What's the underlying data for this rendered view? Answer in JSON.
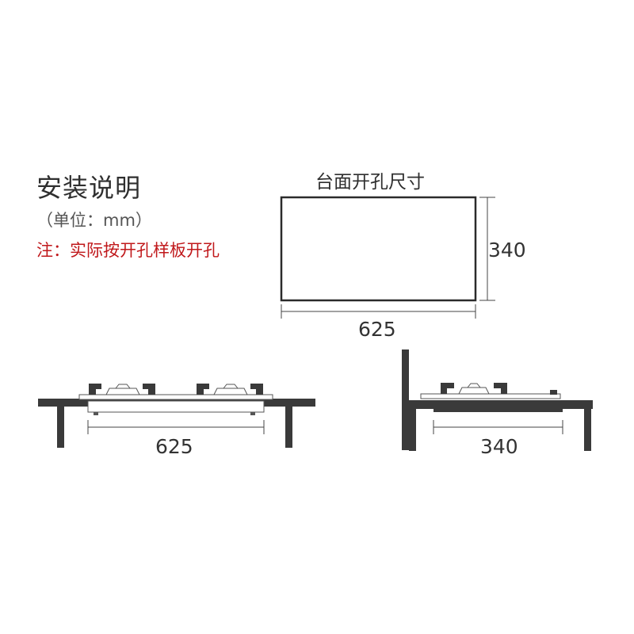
{
  "header": {
    "title": "安装说明",
    "unit": "（单位：mm）",
    "note": "注：实际按开孔样板开孔",
    "note_color": "#c0181b"
  },
  "cutout": {
    "title": "台面开孔尺寸",
    "width_label": "625",
    "height_label": "340"
  },
  "front_view": {
    "width_label": "625"
  },
  "side_view": {
    "depth_label": "340"
  },
  "colors": {
    "line": "#2b2b2b",
    "counter": "#3a3a3a",
    "note": "#c0181b"
  }
}
